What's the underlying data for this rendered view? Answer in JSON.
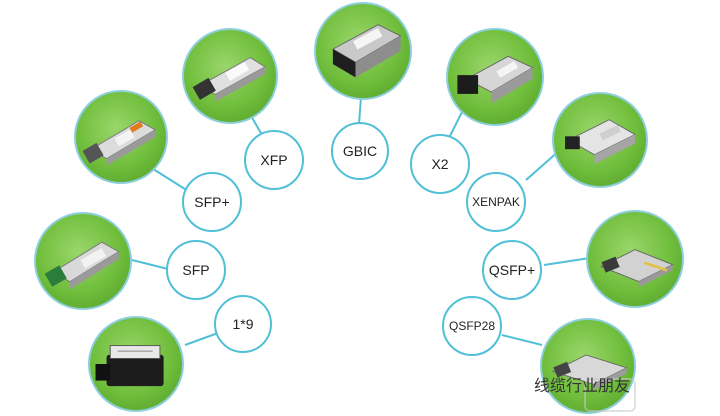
{
  "modules": [
    {
      "label": "1*9",
      "key": "1x9"
    },
    {
      "label": "SFP",
      "key": "sfp"
    },
    {
      "label": "SFP+",
      "key": "sfp-plus"
    },
    {
      "label": "XFP",
      "key": "xfp"
    },
    {
      "label": "GBIC",
      "key": "gbic"
    },
    {
      "label": "X2",
      "key": "x2"
    },
    {
      "label": "XENPAK",
      "key": "xenpak"
    },
    {
      "label": "QSFP+",
      "key": "qsfp-plus"
    },
    {
      "label": "QSFP28",
      "key": "qsfp28"
    }
  ],
  "watermark": "线缆行业朋友",
  "colors": {
    "ring": "#4fc0d6",
    "photo_bg": "#6fbd3b"
  }
}
